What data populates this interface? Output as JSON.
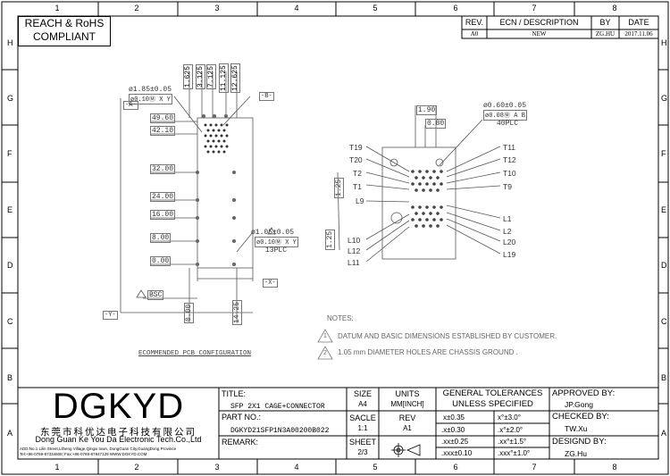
{
  "compliance": {
    "line1": "REACH & RoHS",
    "line2": "COMPLIANT"
  },
  "revision_table": {
    "headers": {
      "rev": "REV.",
      "ecn": "ECN / DESCRIPTION",
      "by": "BY",
      "date": "DATE"
    },
    "row": {
      "rev": "A0",
      "ecn": "NEW",
      "by": "ZG.HU",
      "date": "2017.11.06"
    }
  },
  "zones": {
    "columns": [
      "1",
      "2",
      "3",
      "4",
      "5",
      "6",
      "7",
      "8"
    ],
    "rows": [
      "H",
      "G",
      "F",
      "E",
      "D",
      "C",
      "B",
      "A"
    ]
  },
  "left_view": {
    "dims_top": [
      "1.625",
      "3.125",
      "7.125",
      "11.125",
      "12.625"
    ],
    "hole_dia": "ø1.85±0.05",
    "hole_tol": "ø0.10Ⓜ X Y",
    "datum_a": "-A-",
    "datum_b": "-B-",
    "datum_x": "-X-",
    "datum_y": "-Y-",
    "y_dims": [
      "49.60",
      "42.10",
      "32.00",
      "24.00",
      "16.00",
      "8.00",
      "0.00"
    ],
    "small_hole_dia": "ø1.05±0.05",
    "small_hole_tol": "ø0.10Ⓜ X Y",
    "small_hole_count": "13PLC",
    "basic": "BSC",
    "bottom_dims": [
      "0.00",
      "14.25"
    ],
    "caption": "ECOMMENDED PCB CONFIGURATION"
  },
  "right_view": {
    "dim_190": "1.90",
    "dim_080": "0.80",
    "pin_dia": "ø0.60±0.05",
    "pin_tol": "ø0.08Ⓜ A B",
    "pin_count": "40PLC",
    "side_dims": [
      "1.25",
      "1.25"
    ],
    "left_labels": [
      "T19",
      "T20",
      "T2",
      "T1",
      "L9",
      "L10",
      "L12",
      "L11"
    ],
    "right_labels": [
      "T11",
      "T12",
      "T10",
      "T9",
      "L1",
      "L2",
      "L20",
      "L19"
    ]
  },
  "notes": {
    "title": "NOTES:",
    "items": [
      {
        "num": "1",
        "text": "DATUM AND BASIC DIMENSIONS ESTABLISHED BY CUSTOMER."
      },
      {
        "num": "2",
        "text": "1.05 mm DIAMETER HOLES ARE CHASSIS GROUND ."
      }
    ]
  },
  "company": {
    "logo": "DGKYD",
    "cn_name": "东莞市科优达电子科技有限公司",
    "en_name": "Dong Guan Ke You Da Electronic Tech.Co.,Ltd",
    "address": "ADD:No.1 Lilin Street,Lilheng Village,Qingxi town, DongGuan City,GuangDong Province",
    "contact": "Tel:+86-0769-87334608; Fax:+86-0769-87847129  WWW.DGKYD.COM"
  },
  "title_block": {
    "title_label": "TITLE:",
    "title_value": "SFP 2X1 CAGE+CONNECTOR",
    "part_label": "PART NO.:",
    "part_value": "DGKYD21SFP1N3A00200B022",
    "remark_label": "REMARK:",
    "size_label": "SIZE",
    "size_value": "A4",
    "units_label": "UNITS",
    "units_value": "MM[INCH]",
    "scale_label": "SACLE",
    "scale_value": "1:1",
    "rev_label": "REV",
    "rev_value": "A1",
    "sheet_label": "SHEET",
    "sheet_value": "2/3",
    "tol_header1": "GENERAL TOLERANCES",
    "tol_header2": "UNLESS SPECIFIED",
    "tolerances": [
      [
        "x±0.35",
        "x°±3.0°"
      ],
      [
        ".x±0.30",
        ".x°±2.0°"
      ],
      [
        ".xx±0.25",
        ".xx°±1.5°"
      ],
      [
        ".xxx±0.10",
        ".xxx°±1.0°"
      ]
    ],
    "approved_label": "APPROVED BY:",
    "approved_value": "JP.Gong",
    "checked_label": "CHECKED BY:",
    "checked_value": "TW.Xu",
    "designed_label": "DESIGND BY:",
    "designed_value": "ZG.Hu"
  }
}
